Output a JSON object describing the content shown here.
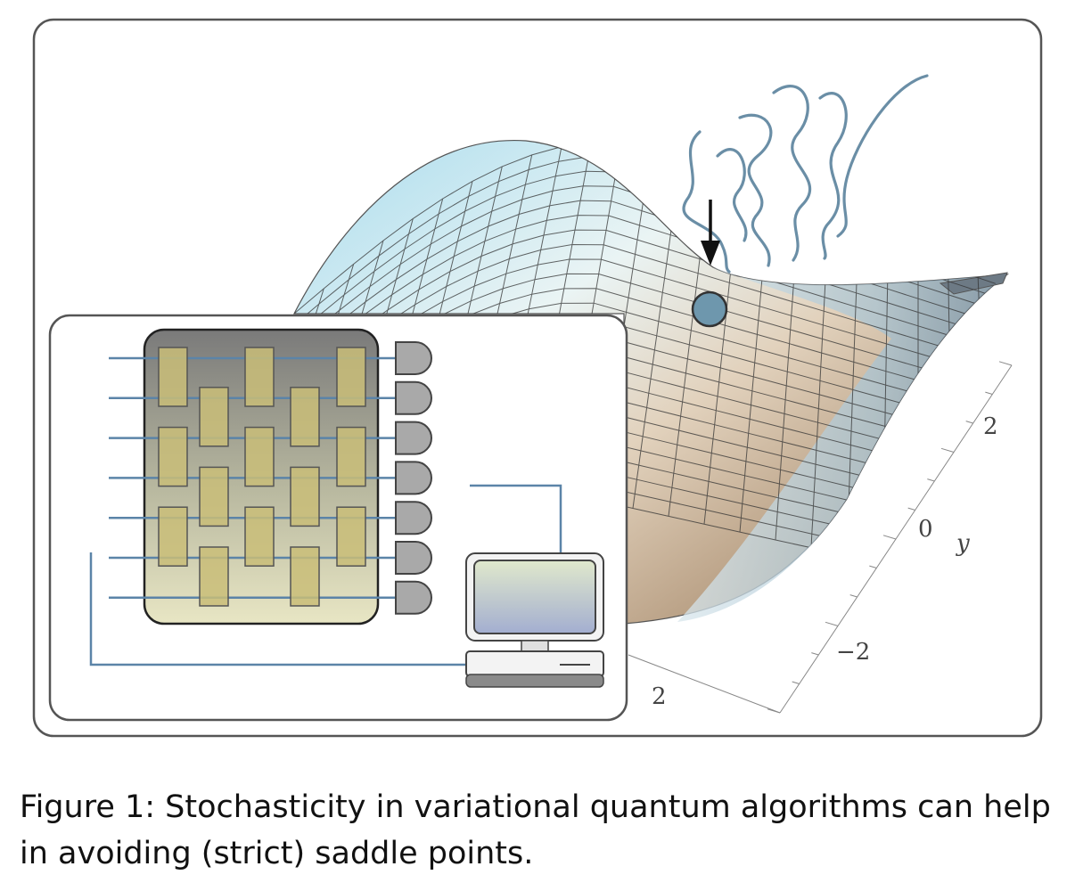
{
  "figure": {
    "caption": "Figure 1: Stochasticity in variational quantum algorithms can help in avoiding (strict) saddle points.",
    "axis": {
      "y_label": "y",
      "y_ticks": [
        "2",
        "0",
        "−2"
      ],
      "x_ticks": [
        "2"
      ]
    },
    "circuit": {
      "qubits": 7,
      "gate_color": "#c9bd78",
      "wire_color": "#5b84a8"
    },
    "colors": {
      "accent": "#5b84a8",
      "ball": "#6e97ad",
      "frame": "#555555"
    },
    "icons": [
      "down-arrow-icon",
      "noise-squiggle-icon",
      "measurement-icon",
      "computer-icon"
    ]
  }
}
